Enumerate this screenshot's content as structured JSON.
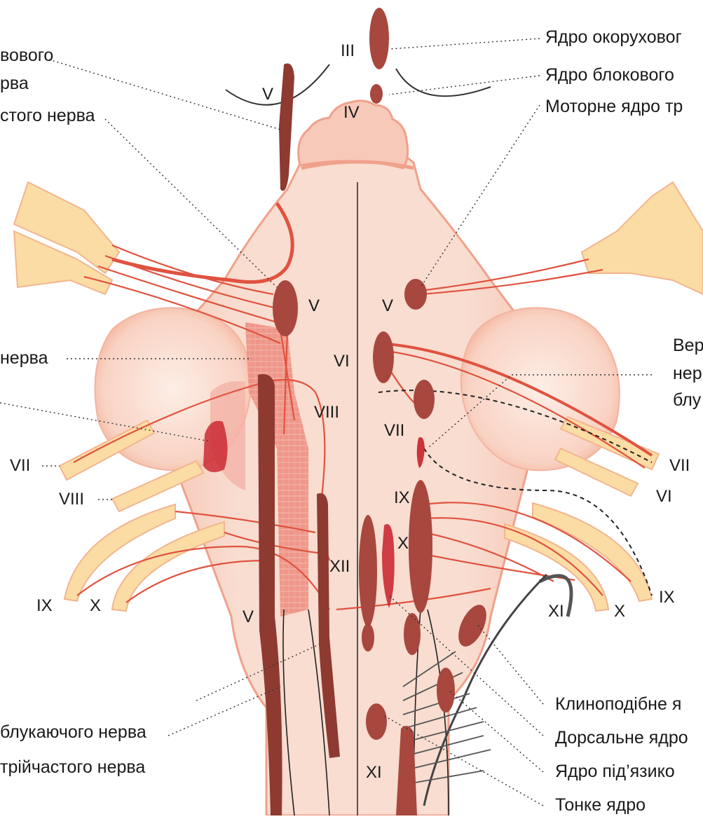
{
  "labels": {
    "left": {
      "top1": "вового",
      "top2": "рва",
      "top3": "стого нерва",
      "mid1": "нерва",
      "bottom1": "блукаючого нерва",
      "bottom2": "трійчастого нерва"
    },
    "right": {
      "top1": "Ядро окоруховог",
      "top2": "Ядро блокового",
      "top3": "Моторне ядро тр",
      "mid1": "Вер",
      "mid2": "нер",
      "mid3": "блу",
      "bottom1": "Клиноподібне я",
      "bottom2": "Дорсальне ядро",
      "bottom3": "Ядро під’язико",
      "bottom4": "Тонке ядро"
    }
  },
  "nerve_numerals": {
    "iii": "III",
    "iv": "IV",
    "v_top": "V",
    "v_left_nucleus": "V",
    "v_right_nucleus": "V",
    "vi_center": "VI",
    "vii_center": "VII",
    "viii_center": "VIII",
    "ix_center": "IX",
    "x_center": "X",
    "xii_center": "XII",
    "v_bottom": "V",
    "xi_bottom": "XI",
    "vii_left": "VII",
    "viii_left": "VIII",
    "ix_left": "IX",
    "x_left": "X",
    "vii_right": "VII",
    "vi_right": "VI",
    "xi_right": "XI",
    "x_right": "X",
    "ix_right": "IX"
  },
  "colors": {
    "brainstem": "#f6d9cc",
    "brainstem_edge": "#ee9a84",
    "nucleus": "#a8473e",
    "nerve_fiber": "#e0523f",
    "nerve_root": "#fbdca4",
    "sensory_band": "#e97a6f",
    "label_text": "#1a1a1a"
  }
}
